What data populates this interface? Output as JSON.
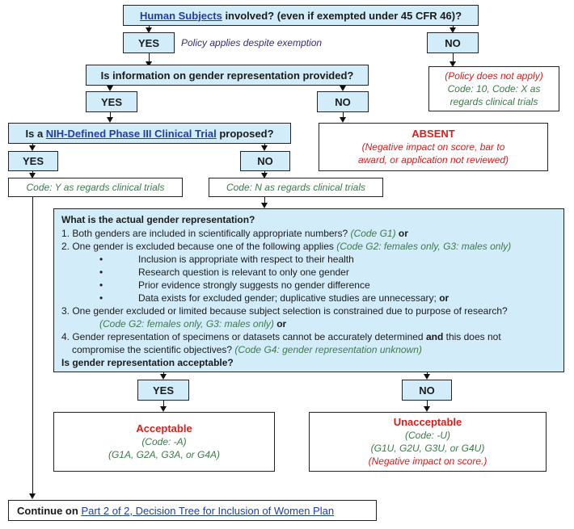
{
  "q1": {
    "link": "Human Subjects",
    "text": " involved? (even if exempted under 45 CFR 46)?"
  },
  "q1_yes": "YES",
  "q1_yes_note": "Policy applies despite exemption",
  "q1_no": "NO",
  "q1_no_result": {
    "line1": "(Policy does not apply)",
    "line2": "Code: 10, Code: X as",
    "line3": "regards clinical trials"
  },
  "q2": {
    "text": "Is information on gender representation provided?"
  },
  "q2_yes": "YES",
  "q2_no": "NO",
  "absent": {
    "title": "ABSENT",
    "line1": "(Negative impact on score, bar to",
    "line2": "award, or application not reviewed)"
  },
  "q3": {
    "prefix": "Is a ",
    "link": "NIH-Defined Phase III Clinical Trial",
    "suffix": " proposed?"
  },
  "q3_yes": "YES",
  "q3_no": "NO",
  "code_y": "Code: Y as regards clinical trials",
  "code_n": "Code: N as regards clinical trials",
  "main": {
    "heading": "What is the actual gender representation?",
    "item1": "1. Both genders are included in scientifically appropriate numbers? ",
    "item1_code": "(Code G1)",
    "item1_or": " or",
    "item2": "2. One gender is excluded because one of the following applies ",
    "item2_code": "(Code G2: females only, G3: males only)",
    "bullets": [
      "Inclusion is appropriate with respect to their health",
      "Research question is relevant to only one gender",
      "Prior evidence strongly suggests no gender difference",
      "Data exists for excluded gender; duplicative studies are unnecessary; "
    ],
    "bullet_or": "or",
    "bullet_symbol": "•",
    "item3": "3. One gender excluded or limited because subject selection is constrained due to purpose of research?",
    "item3_code": "(Code G2: females only, G3: males only)",
    "item3_or": " or",
    "item4a": "4. Gender representation of specimens or datasets cannot be accurately determined ",
    "item4_and": "and",
    "item4b": " this does not",
    "item4c": "compromise the scientific objectives? ",
    "item4_code": "(Code G4: gender representation unknown)",
    "question": "Is gender representation acceptable?"
  },
  "q4_yes": "YES",
  "q4_no": "NO",
  "acceptable": {
    "title": "Acceptable",
    "line1": "(Code: -A)",
    "line2": "(G1A, G2A, G3A, or G4A)"
  },
  "unacceptable": {
    "title": "Unacceptable",
    "line1": "(Code: -U)",
    "line2": "(G1U, G2U, G3U, or G4U)",
    "line3": "(Negative impact on score.)"
  },
  "continue": {
    "prefix": "Continue on ",
    "link": "Part 2 of 2, Decision Tree for Inclusion of Women Plan"
  }
}
